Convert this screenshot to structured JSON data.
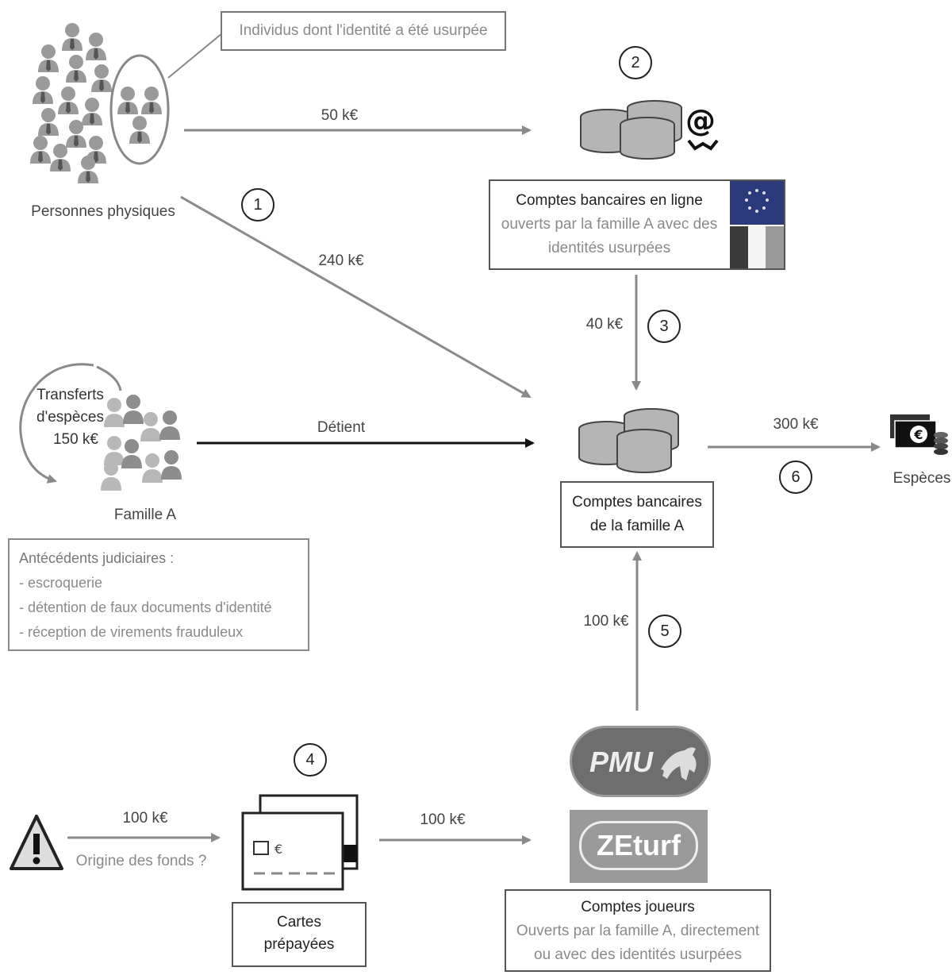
{
  "labels": {
    "identity_victims": "Individus dont l'identité a été usurpée",
    "natural_persons": "Personnes physiques",
    "family_a": "Famille A",
    "cash_transfers_l1": "Transferts",
    "cash_transfers_l2": "d'espèces",
    "cash_transfers_amount": "150 k€",
    "cash": "Espèces",
    "holds": "Détient",
    "funds_origin": "Origine des fonds ?"
  },
  "boxes": {
    "online_accounts": {
      "title": "Comptes bancaires en ligne",
      "line2": "ouverts par la famille A avec des",
      "line3": "identités usurpées"
    },
    "family_accounts": {
      "line1": "Comptes bancaires",
      "line2": "de la famille A"
    },
    "prepaid_cards": {
      "line1": "Cartes",
      "line2": "prépayées"
    },
    "player_accounts": {
      "title": "Comptes joueurs",
      "line2": "Ouverts par la famille A, directement",
      "line3": "ou avec des identités usurpées"
    },
    "judicial_history": {
      "title": "Antécédents judiciaires :",
      "items": [
        "- escroquerie",
        "- détention de faux documents d'identité",
        "- réception de virements frauduleux"
      ]
    }
  },
  "amounts": {
    "a50": "50 k€",
    "a240": "240 k€",
    "a40": "40 k€",
    "a300": "300 k€",
    "a100_players": "100 k€",
    "a100_origin": "100 k€",
    "a100_cards": "100 k€"
  },
  "steps": [
    "1",
    "2",
    "3",
    "4",
    "5",
    "6"
  ],
  "logos": {
    "pmu": "PMU",
    "zeturf": "ZEturf"
  },
  "colors": {
    "arrow_gray": "#8a8a8a",
    "arrow_black": "#111111",
    "eu_blue": "#2a3a7a"
  }
}
